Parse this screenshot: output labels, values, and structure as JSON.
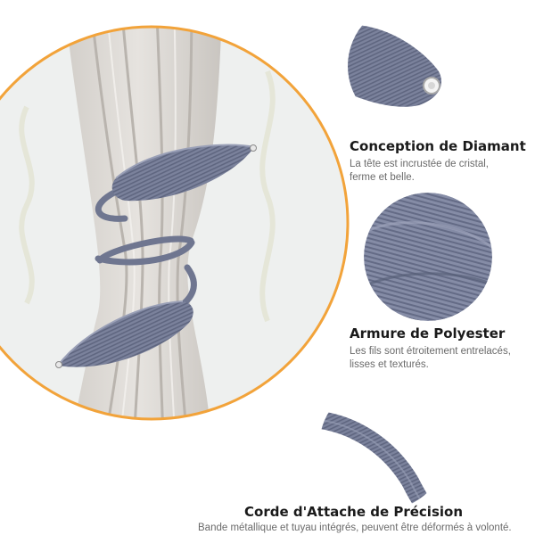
{
  "features": [
    {
      "title": "Conception de Diamant",
      "desc_lines": [
        "La tête est incrustée de cristal,",
        "ferme et belle."
      ]
    },
    {
      "title": "Armure de Polyester",
      "desc_lines": [
        "Les fils sont étroitement entrelacés,",
        "lisses et texturés."
      ]
    },
    {
      "title": "Corde d'Attache de Précision",
      "desc_lines": [
        "Bande métallique et tuyau intégrés, peuvent être déformés à volonté."
      ]
    }
  ],
  "colors": {
    "accent_ring": "#f2a33a",
    "tieback_grey": "#6f7690",
    "curtain": "#d9d6d3",
    "background_wall": "#eef0f0"
  }
}
